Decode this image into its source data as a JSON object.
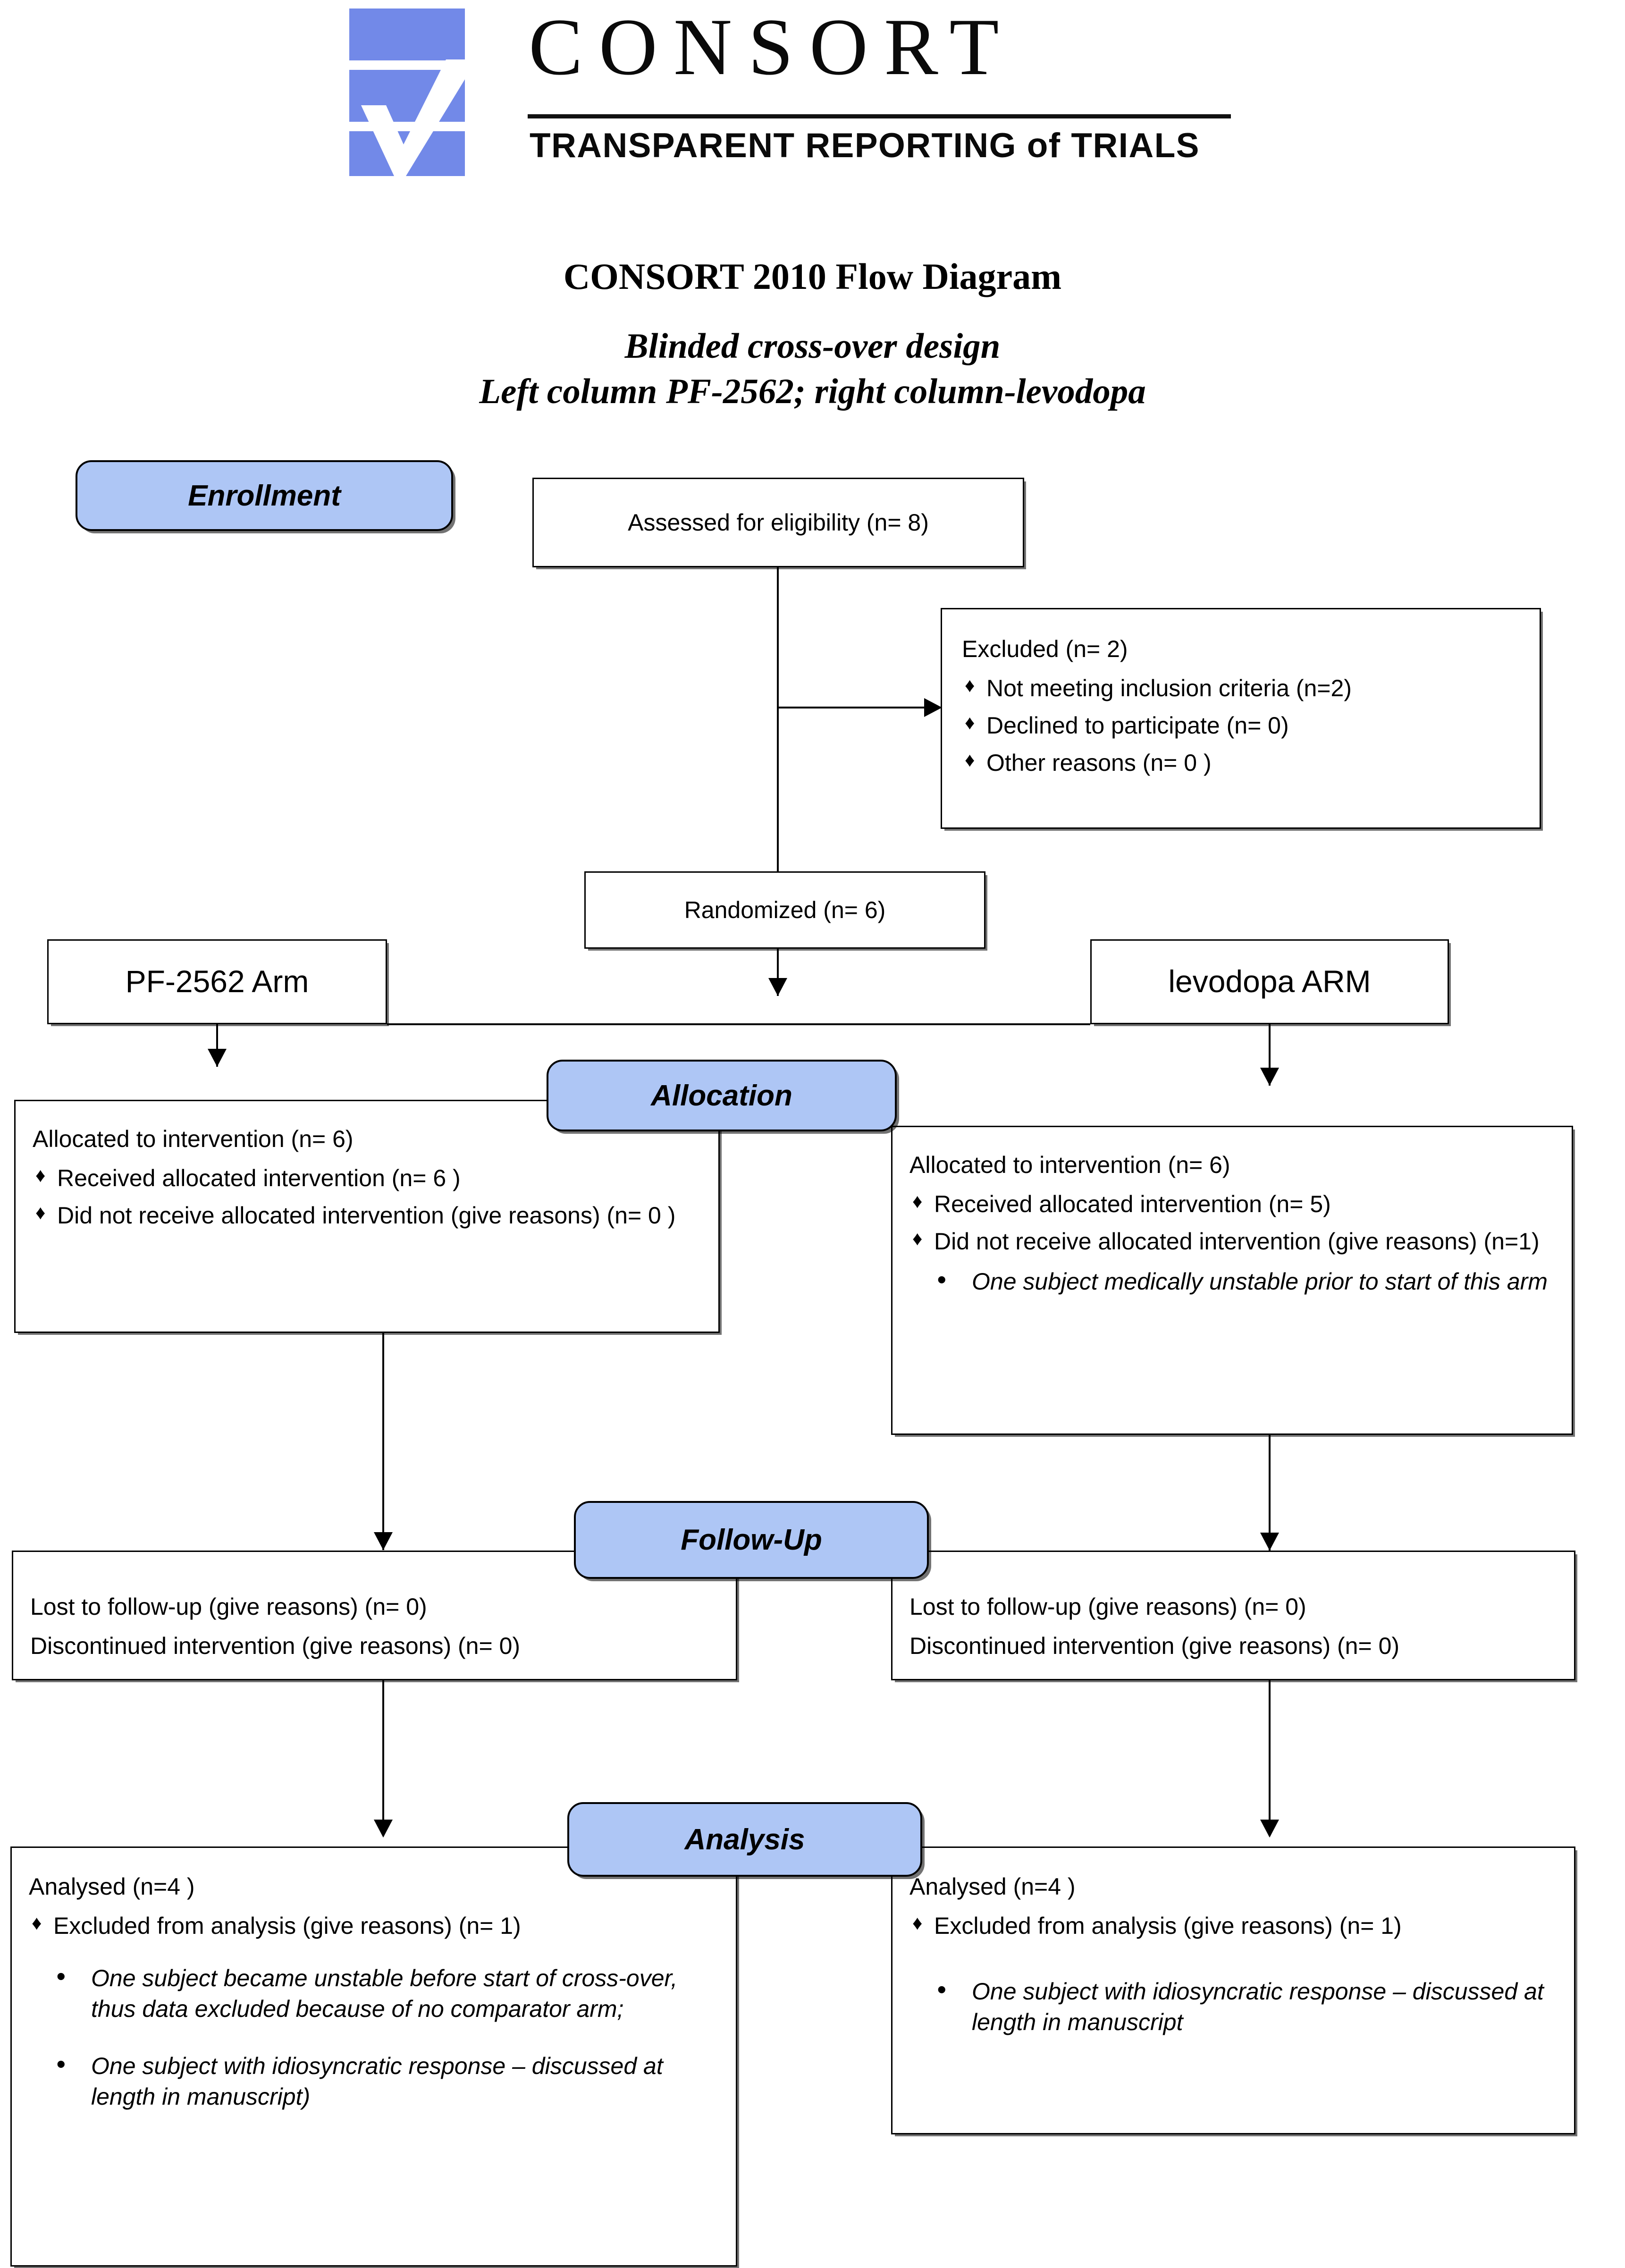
{
  "logo": {
    "wordmark": "CONSORT",
    "tagline_upper": "TRANSPARENT REPORTING",
    "tagline_lower": "of",
    "tagline_tail": "TRIALS",
    "brand_blue": "#7289E8"
  },
  "title": "CONSORT 2010 Flow Diagram",
  "subtitle_line1": "Blinded cross-over design",
  "subtitle_line2": "Left column PF-2562; right column-levodopa",
  "stages": {
    "enrollment": "Enrollment",
    "allocation": "Allocation",
    "followup": "Follow-Up",
    "analysis": "Analysis"
  },
  "accent_blue": "#AEC6F5",
  "enrollment": {
    "assessed": "Assessed for eligibility (n= 8)",
    "excluded_header": "Excluded  (n= 2)",
    "excluded_items": [
      "Not meeting inclusion criteria (n=2)",
      "Declined to participate (n= 0)",
      "Other reasons (n= 0 )"
    ],
    "randomized": "Randomized (n= 6)"
  },
  "arms": {
    "left": "PF-2562 Arm",
    "right": "levodopa ARM"
  },
  "allocation": {
    "left": {
      "header": "Allocated to intervention (n= 6)",
      "items": [
        "Received allocated intervention (n= 6 )",
        "Did not receive allocated intervention (give reasons) (n= 0 )"
      ],
      "subitems": []
    },
    "right": {
      "header": "Allocated to intervention (n= 6)",
      "items": [
        "Received allocated intervention (n= 5)",
        "Did not receive allocated intervention (give reasons) (n=1)"
      ],
      "subitems": [
        "One subject medically unstable prior to start of this arm"
      ]
    }
  },
  "followup": {
    "left": {
      "line1": "Lost to follow-up (give reasons) (n= 0)",
      "line2": "Discontinued intervention (give reasons) (n= 0)"
    },
    "right": {
      "line1": "Lost to follow-up (give reasons) (n= 0)",
      "line2": "Discontinued intervention (give reasons) (n= 0)"
    }
  },
  "analysis": {
    "left": {
      "header": "Analysed  (n=4  )",
      "items": [
        "Excluded from analysis (give reasons) (n= 1)"
      ],
      "subitems": [
        "One subject became unstable before start of cross-over, thus data excluded because of no comparator arm;",
        "One subject with idiosyncratic response – discussed at length in manuscript)"
      ]
    },
    "right": {
      "header": "Analysed  (n=4  )",
      "items": [
        "Excluded from analysis (give reasons) (n= 1)"
      ],
      "subitems": [
        "One subject with idiosyncratic response – discussed at length in manuscript"
      ]
    }
  }
}
